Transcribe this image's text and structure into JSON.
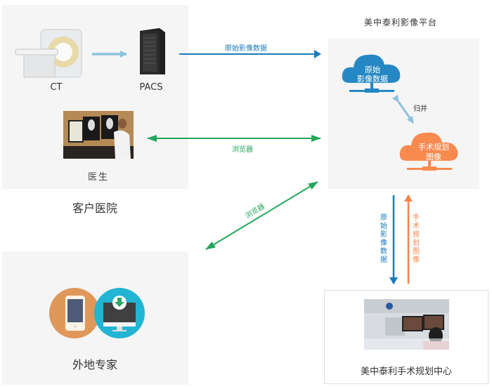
{
  "hospital": {
    "title": "客户医院",
    "ct_label": "CT",
    "pacs_label": "PACS",
    "doctor_label": "医生"
  },
  "platform": {
    "title": "美中泰利影像平台",
    "raw_cloud_label_1": "原始",
    "raw_cloud_label_2": "影像数据",
    "merge_label": "归并",
    "plan_cloud_label_1": "手术规划",
    "plan_cloud_label_2": "图像"
  },
  "remote": {
    "title": "外地专家"
  },
  "center": {
    "title": "美中泰利手术规划中心"
  },
  "arrows": {
    "raw_data_label": "原始影像数据",
    "browser_label": "浏览器",
    "browser_diag_label": "浏览器",
    "down_label": "原始影像数据",
    "up_label": "手术规划图像"
  },
  "colors": {
    "blue": "#1a7ab8",
    "light_blue": "#8cc3de",
    "green": "#22a65a",
    "orange": "#f4844a",
    "cloud_blue": "#2588c4",
    "cloud_orange": "#f88a50"
  }
}
